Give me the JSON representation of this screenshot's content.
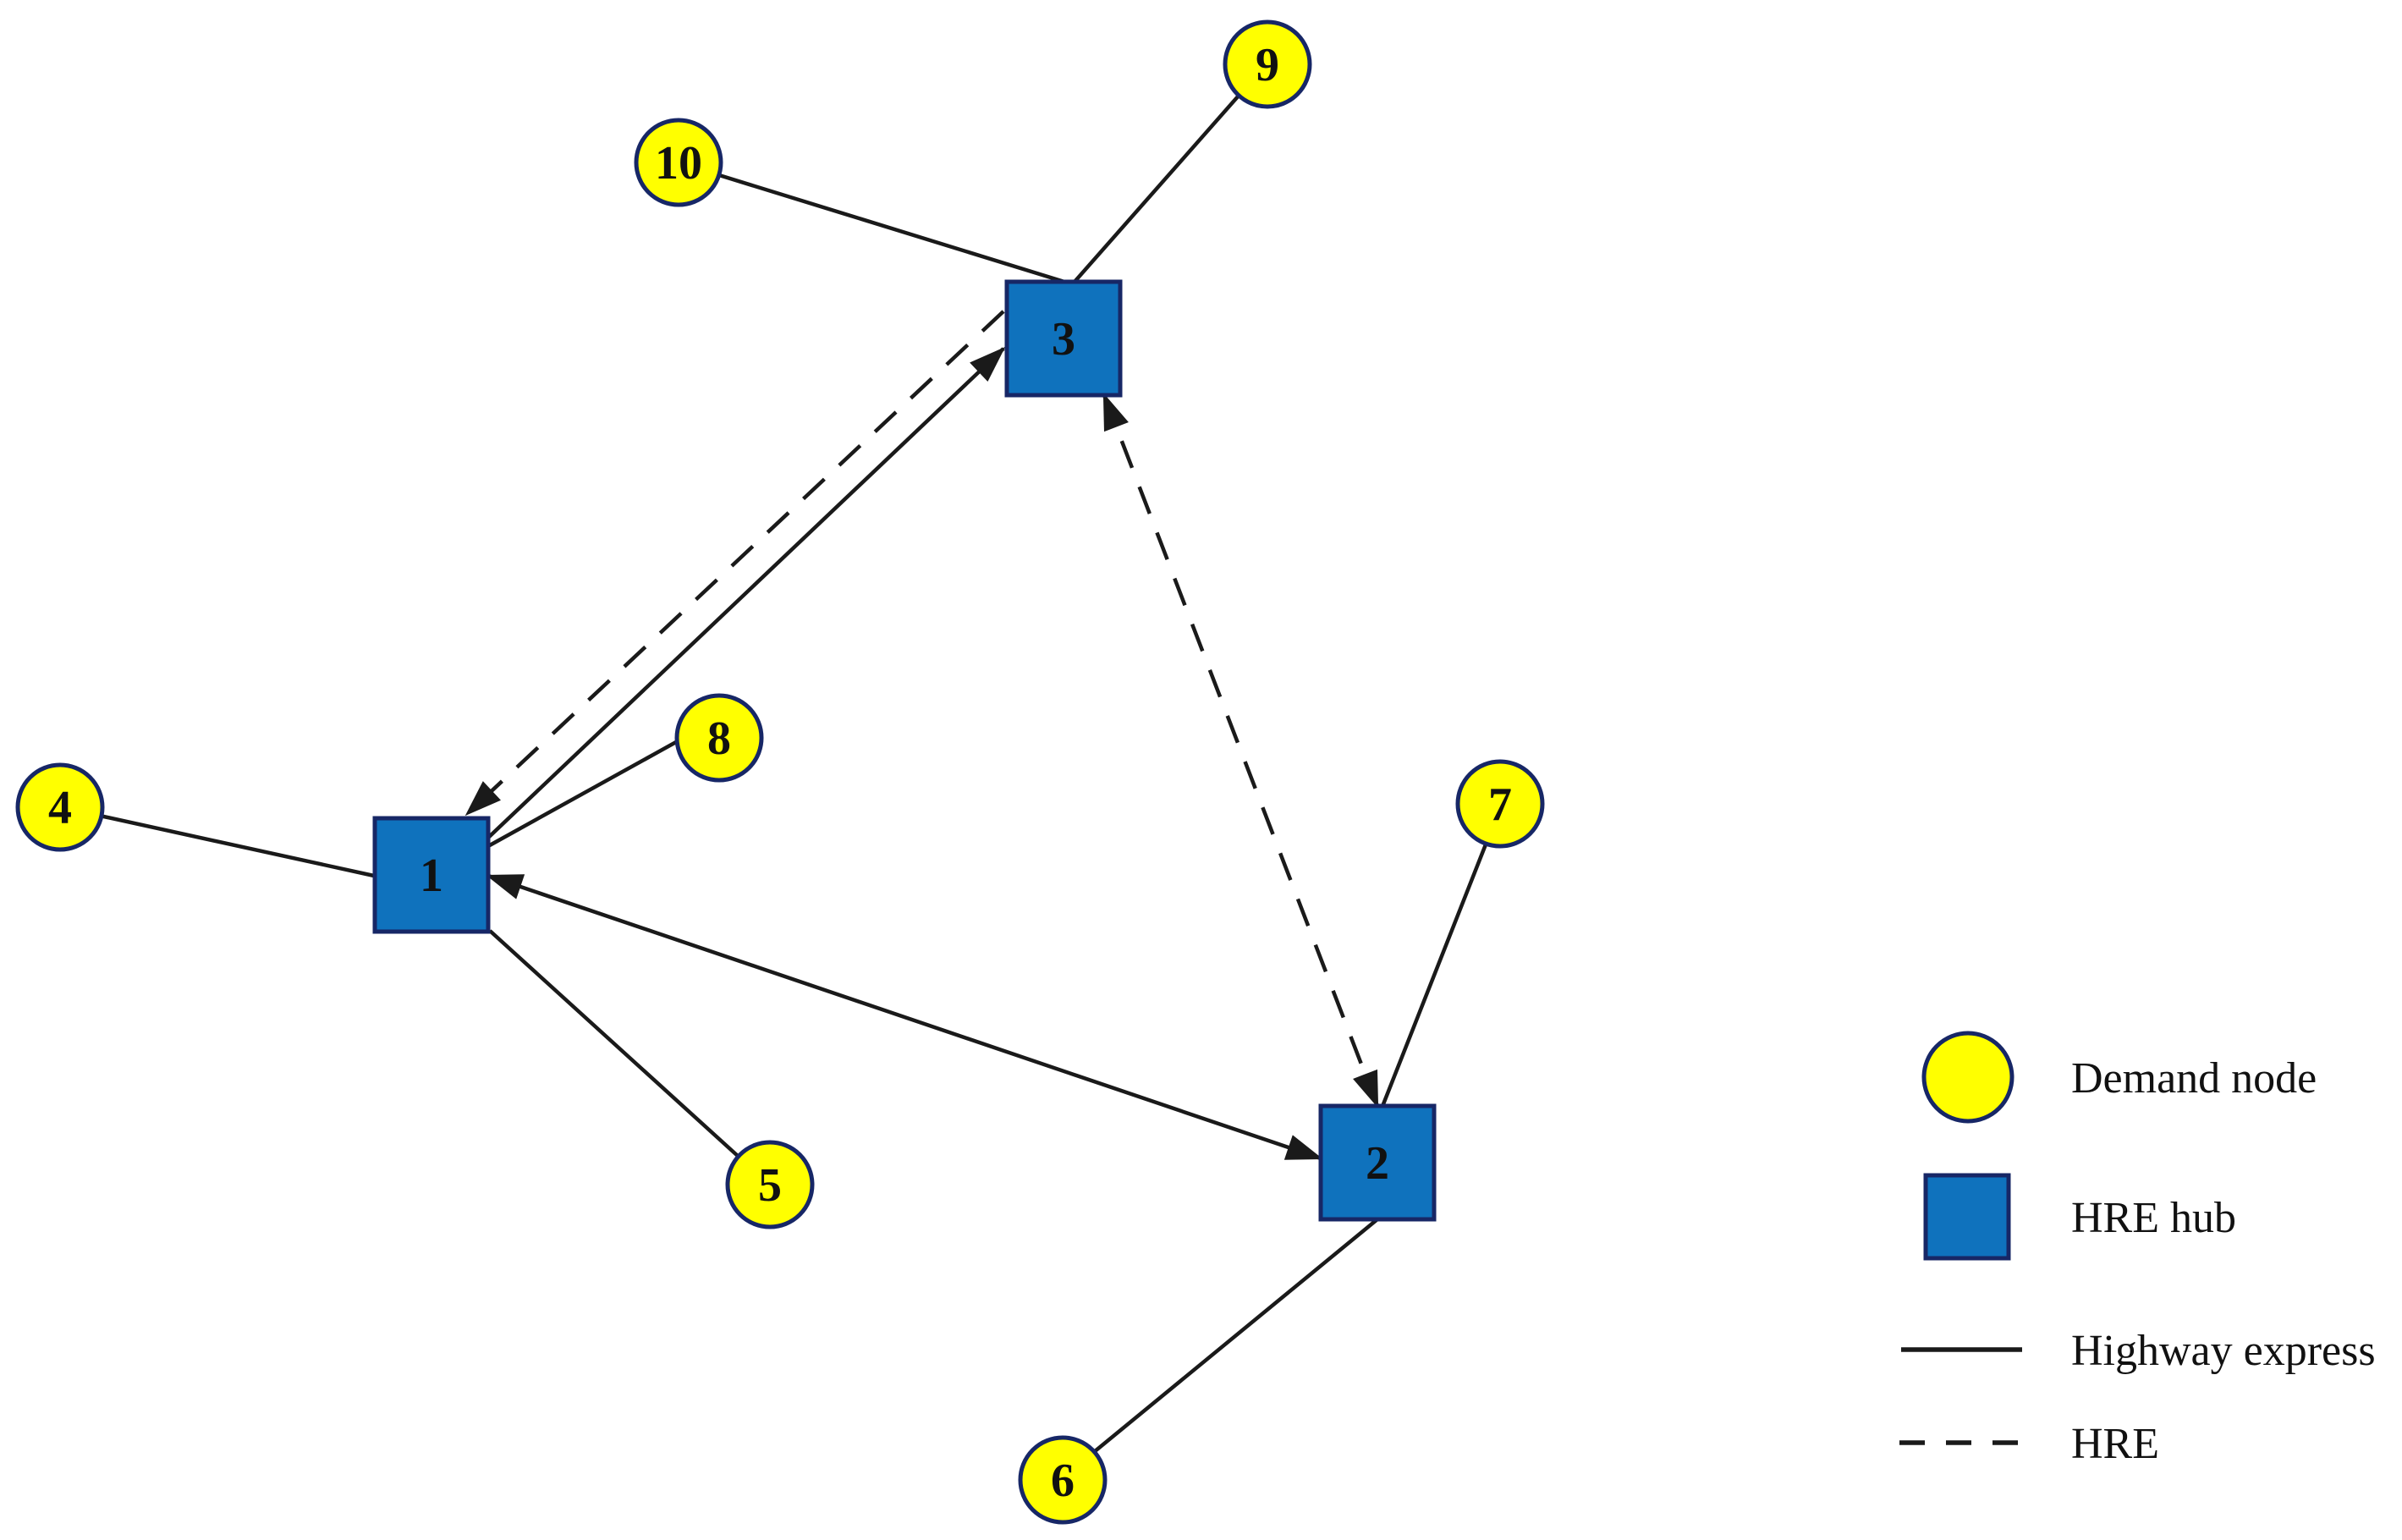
{
  "figure": {
    "background": "#ffffff",
    "colors": {
      "demand_node_fill": "#ffff00",
      "hub_fill": "#0f72bd",
      "node_border": "#172766",
      "line_color": "#1a1a1a"
    },
    "graph": {
      "hubs": [
        {
          "id": "1",
          "label": "1"
        },
        {
          "id": "2",
          "label": "2"
        },
        {
          "id": "3",
          "label": "3"
        }
      ],
      "demand_nodes": [
        {
          "id": "4",
          "label": "4"
        },
        {
          "id": "5",
          "label": "5"
        },
        {
          "id": "6",
          "label": "6"
        },
        {
          "id": "7",
          "label": "7"
        },
        {
          "id": "8",
          "label": "8"
        },
        {
          "id": "9",
          "label": "9"
        },
        {
          "id": "10",
          "label": "10"
        }
      ],
      "edges": [
        {
          "from": "4",
          "to": "1",
          "type": "highway_express",
          "arrows": "none"
        },
        {
          "from": "5",
          "to": "1",
          "type": "highway_express",
          "arrows": "none"
        },
        {
          "from": "8",
          "to": "1",
          "type": "highway_express",
          "arrows": "none"
        },
        {
          "from": "6",
          "to": "2",
          "type": "highway_express",
          "arrows": "none"
        },
        {
          "from": "7",
          "to": "2",
          "type": "highway_express",
          "arrows": "none"
        },
        {
          "from": "9",
          "to": "3",
          "type": "highway_express",
          "arrows": "none"
        },
        {
          "from": "10",
          "to": "3",
          "type": "highway_express",
          "arrows": "none"
        },
        {
          "from": "1",
          "to": "3",
          "type": "highway_express",
          "arrows": "to"
        },
        {
          "from": "3",
          "to": "1",
          "type": "HRE",
          "arrows": "to"
        },
        {
          "from": "1",
          "to": "2",
          "type": "highway_express",
          "arrows": "both"
        },
        {
          "from": "3",
          "to": "2",
          "type": "HRE",
          "arrows": "both"
        }
      ]
    },
    "legend": {
      "items": [
        {
          "symbol": "demand-node",
          "label": "Demand node"
        },
        {
          "symbol": "hre-hub",
          "label": "HRE hub"
        },
        {
          "symbol": "highway-express",
          "label": "Highway express"
        },
        {
          "symbol": "hre",
          "label": "HRE"
        }
      ]
    }
  }
}
